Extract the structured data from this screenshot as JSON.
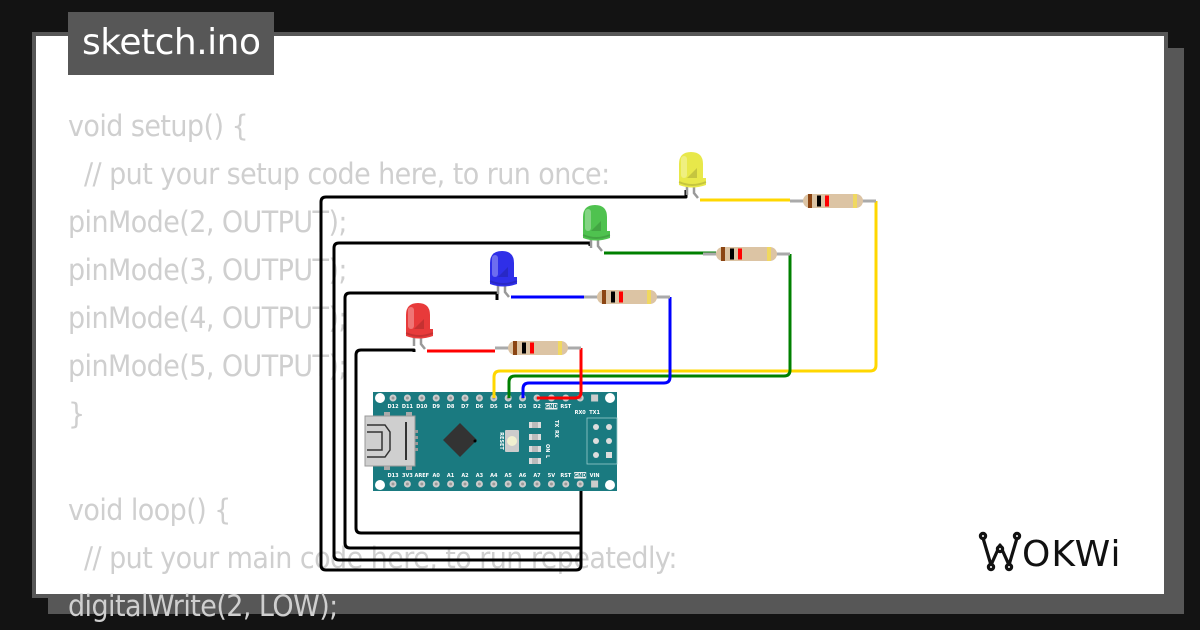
{
  "title": "sketch.ino",
  "code_lines": [
    "void setup() {",
    "  // put your setup code here, to run once:",
    "pinMode(2, OUTPUT);",
    "pinMode(3, OUTPUT);",
    "pinMode(4, OUTPUT);",
    "pinMode(5, OUTPUT);",
    "}",
    "",
    "void loop() {",
    "  // put your main code here, to run repeatedly:",
    "digitalWrite(2, LOW);"
  ],
  "brand": {
    "logo_text": "WOKWI"
  },
  "circuit": {
    "board": {
      "name": "Arduino Nano",
      "button_label": "RESET",
      "led_labels": [
        "TX",
        "RX",
        "ON",
        "L"
      ],
      "top_pins": [
        "D12",
        "D11",
        "D10",
        "D9",
        "D8",
        "D7",
        "D6",
        "D5",
        "D4",
        "D3",
        "D2",
        "GND",
        "RST",
        "RX0",
        "TX1"
      ],
      "bottom_pins": [
        "D13",
        "3V3",
        "AREF",
        "A0",
        "A1",
        "A2",
        "A3",
        "A4",
        "A5",
        "A6",
        "A7",
        "5V",
        "RST",
        "GND",
        "VIN"
      ],
      "color": "#1a7a80"
    },
    "leds": [
      {
        "color_name": "yellow",
        "body": "#e8e84a",
        "wire": "#ffd700",
        "pin": "D5"
      },
      {
        "color_name": "green",
        "body": "#4fc24f",
        "wire": "#008000",
        "pin": "D4"
      },
      {
        "color_name": "blue",
        "body": "#2f2fe8",
        "wire": "#0000ff",
        "pin": "D3"
      },
      {
        "color_name": "red",
        "body": "#e83a3a",
        "wire": "#ff0000",
        "pin": "D2"
      }
    ],
    "resistor_bands": [
      "#8b4513",
      "#000000",
      "#ff0000",
      "#f0d860"
    ],
    "ground_wire_color": "#000000",
    "ground_pin": "GND"
  }
}
